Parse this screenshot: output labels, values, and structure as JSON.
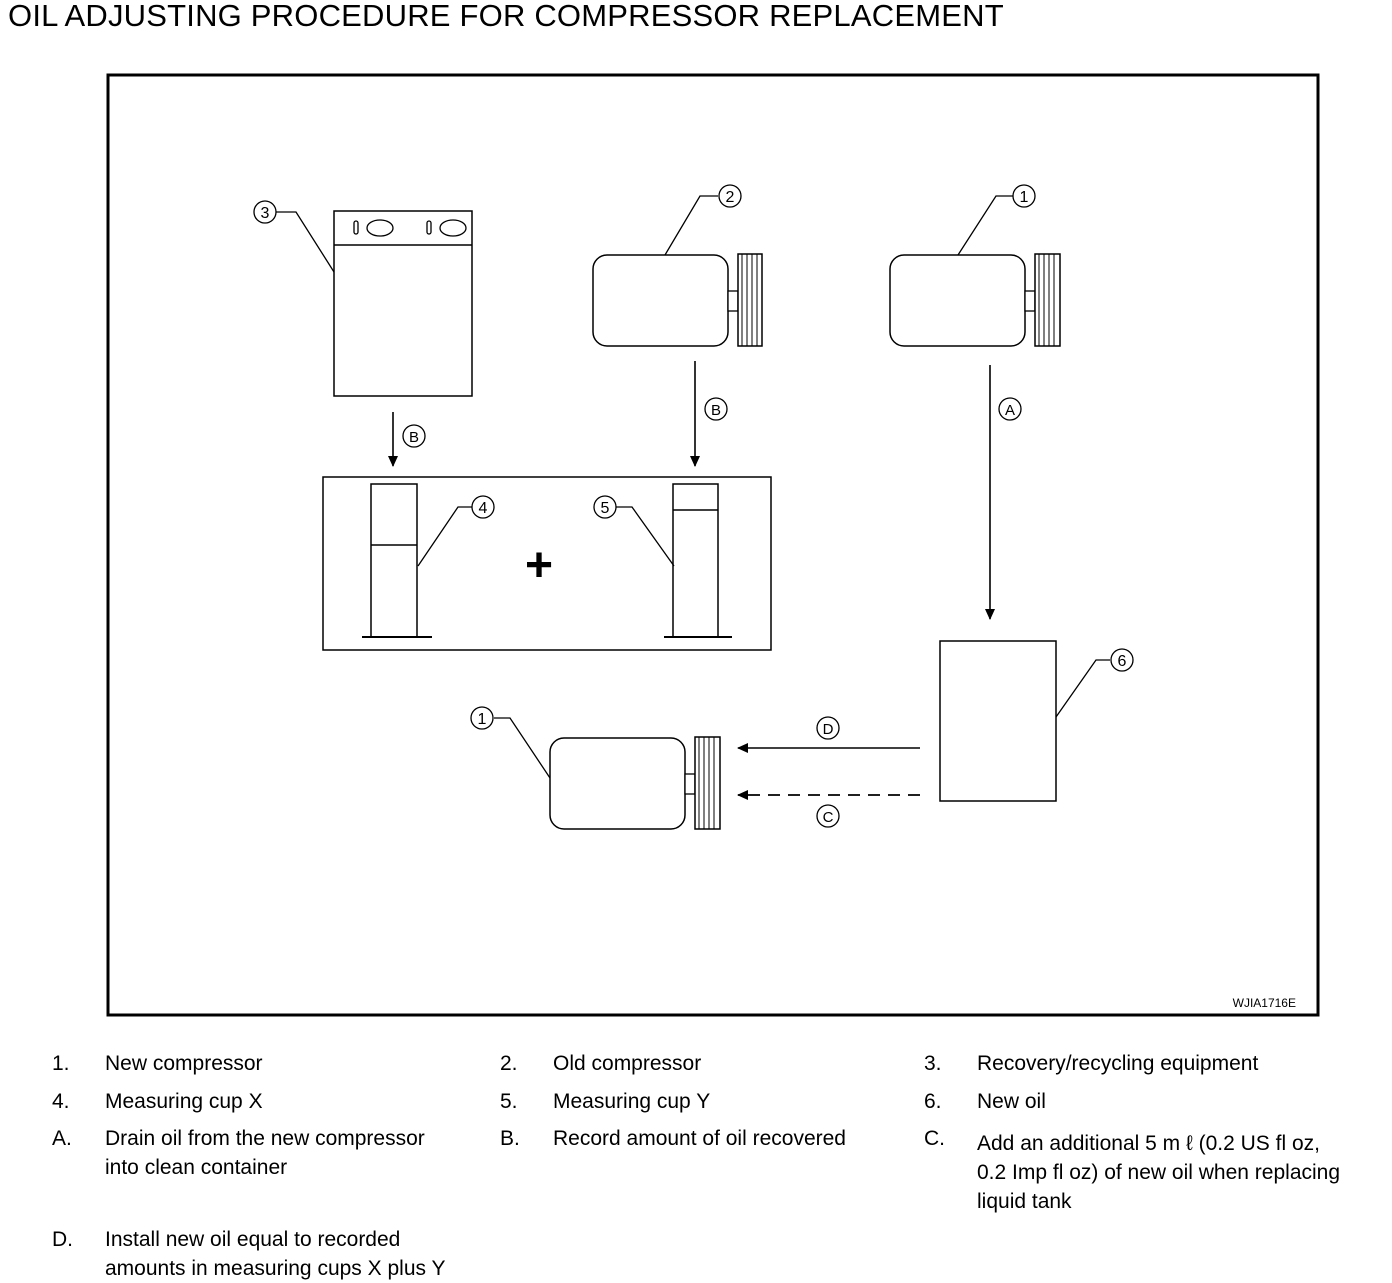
{
  "page": {
    "title": "OIL ADJUSTING PROCEDURE FOR COMPRESSOR REPLACEMENT",
    "figure_code": "WJIA1716E"
  },
  "callouts": {
    "c1": "1",
    "c2": "2",
    "c3": "3",
    "c4": "4",
    "c5": "5",
    "c6": "6",
    "a": "A",
    "b": "B",
    "c": "C",
    "d": "D"
  },
  "plus_sign": "+",
  "legend": {
    "k1": "1.",
    "t1": "New compressor",
    "k2": "2.",
    "t2": "Old compressor",
    "k3": "3.",
    "t3": "Recovery/recycling equipment",
    "k4": "4.",
    "t4": "Measuring cup X",
    "k5": "5.",
    "t5": "Measuring cup Y",
    "k6": "6.",
    "t6": "New oil",
    "kA": "A.",
    "tA1": "Drain oil from the new compressor",
    "tA2": "into clean container",
    "kB": "B.",
    "tB": "Record amount of oil recovered",
    "kC": "C.",
    "tC1": "Add an additional 5 m ℓ  (0.2 US fl oz,",
    "tC2": "0.2 Imp fl oz) of new oil when replacing",
    "tC3": "liquid tank",
    "kD": "D.",
    "tD1": "Install new oil equal to recorded",
    "tD2": "amounts in measuring cups X plus Y"
  }
}
